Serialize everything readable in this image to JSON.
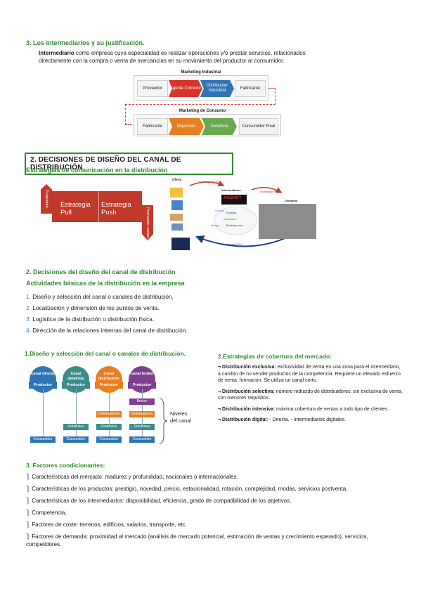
{
  "sec3_title": "3. Los intermediarios y su justificación.",
  "interm_bold": "Intermediario",
  "interm_text1": " como empresa cuya especialidad es realizar operaciones y/o prestar servicios, relacionados",
  "interm_text2": "directamente con la compra o venta de mercancías en su movimiento del productor al consumidor.",
  "chain": {
    "industrial_title": "Marketing Industrial",
    "consumo_title": "Marketing de Consumo",
    "row1": [
      "Proveedor",
      "Agente Corredor",
      "Distribuidor Industrial",
      "Fabricante"
    ],
    "row2": [
      "Fabricante",
      "Mayorista",
      "Detallista",
      "Consumidor Final"
    ],
    "colors": {
      "red": "#d9342b",
      "blue": "#2e75b6",
      "orange": "#e67e22",
      "green": "#6aa84f"
    }
  },
  "sec2_box": "2. DECISIONES DE DISEÑO DEL CANAL DE DISTRIBUCIÓN",
  "estrategias_title": "Estrategias de comunicación en la distribución",
  "pullpush": {
    "pull": "Estrategia\nPull",
    "push": "Estrategia\nPush",
    "bar_left": "Publicidad",
    "bar_right": "Promoción ventas"
  },
  "cycle": {
    "oferta": "Oferta",
    "intermediarios": "Intermediarios",
    "demanda": "Demanda",
    "push_top": "Estrategia PUSH",
    "push_right": "Estrategia PUSH",
    "pull_bottom": "Estrategia PULL",
    "agency": "AGENCY",
    "logos": [
      "Google",
      "Expedia",
      "tripadvisor",
      "trivago",
      "Booking.com"
    ]
  },
  "decisiones_title": "2. Decisiones del diseño del canal de distribución",
  "actividades_title": "Actividades básicas de la distribución en la empresa",
  "actividades": [
    {
      "n": "1.",
      "t": " Diseño y selección del canal o canales de distribución."
    },
    {
      "n": "2.",
      "t": " Localización y dimensión de los puntos de venta."
    },
    {
      "n": "3.",
      "t": " Logística de la distribución o distribución física."
    },
    {
      "n": "4.",
      "t": " Dirección de la relaciones internas del canal de distribución."
    }
  ],
  "diseno_title": "1.Diseño y selección del canal o canales de distribución.",
  "canales": [
    {
      "name": "Canal directo",
      "color": "#2e75b6"
    },
    {
      "name": "Canal detallista",
      "color": "#3d8b8b"
    },
    {
      "name": "Canal distribuidor",
      "color": "#e67e22"
    },
    {
      "name": "Canal broker",
      "color": "#7e3f8f"
    }
  ],
  "canal_labels": {
    "productor": "Productor",
    "consumidor": "Consumidor",
    "detallistas": "Detallistas",
    "distribuidores": "Distribuidores",
    "broker": "Broker",
    "niveles": "Niveles\ndel canal"
  },
  "cobertura_title": "2.Estrategias de cobertura del mercado:",
  "cobertura": [
    {
      "b": "Distribución exclusiva:",
      "t": " exclusividad de venta en una zona para el intermediario, a cambio de no vender productos de la competencia. Requiere un elevado esfuerzo de venta, formación. Se utiliza un canal corto."
    },
    {
      "b": "Distribución selectiva:",
      "t": " número reducido de distribuidores, sin exclusiva de venta, con menores requisitos."
    },
    {
      "b": "Distribución intensiva",
      "t": ": máxima cobertura de ventas a todo tipo de clientes."
    },
    {
      "b": "Distribución digital",
      "t": ": - Directa, - Intermediarios digitales."
    }
  ],
  "bullet_mark": "¬",
  "factores_title": "3. Factores condicionantes:",
  "factores": [
    "Características del mercado: madurez y profundidad, nacionales o internacionales.",
    "Características de los productos: prestigio, novedad, precio, estacionalidad, rotación, complejidad, modas, servicios postventa.",
    "Características de los intermediarios: disponibilidad, eficiencia, grado de compatibilidad de los objetivos.",
    "Competencia,",
    "Factores de coste: terrenos, edificios, salarios, transporte, etc.",
    "Factores de demanda: proximidad al mercado (análisis de mercado potencial, estimación de ventas y crecimiento esperado), servicios, competidores."
  ],
  "factor_mark": "⎫"
}
